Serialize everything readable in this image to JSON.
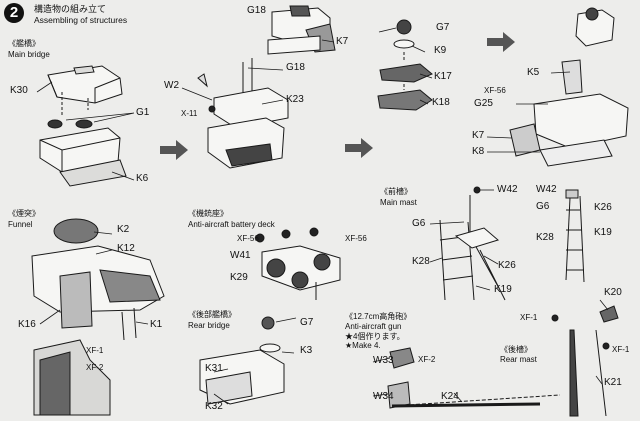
{
  "header": {
    "step": "2",
    "title_ja": "構造物の組み立て",
    "title_en": "Assembling of structures"
  },
  "sections": {
    "main_bridge": {
      "ja": "《艦橋》",
      "en": "Main bridge"
    },
    "funnel": {
      "ja": "《煙突》",
      "en": "Funnel"
    },
    "aa_deck": {
      "ja": "《機銃座》",
      "en": "Anti-aircraft battery deck"
    },
    "rear_bridge": {
      "ja": "《後部艦橋》",
      "en": "Rear bridge"
    },
    "main_mast": {
      "ja": "《前檣》",
      "en": "Main mast"
    },
    "aa_gun": {
      "ja": "《12.7cm高角砲》",
      "en": "Anti-aircraft gun",
      "note_ja": "★4個作ります。",
      "note_en": "★Make 4."
    },
    "rear_mast": {
      "ja": "《後檣》",
      "en": "Rear mast"
    }
  },
  "parts": {
    "k30": "K30",
    "g1": "G1",
    "k6": "K6",
    "w2": "W2",
    "g18a": "G18",
    "x11": "X-11",
    "k23": "K23",
    "g18b": "G18",
    "k7a": "K7",
    "g7a": "G7",
    "k9": "K9",
    "k17": "K17",
    "k18": "K18",
    "xf56a": "XF-56",
    "g25": "G25",
    "k5": "K5",
    "k7b": "K7",
    "k8": "K8",
    "k2": "K2",
    "k12": "K12",
    "k16": "K16",
    "k1": "K1",
    "xf1a": "XF-1",
    "xf2a": "XF-2",
    "xf56b": "XF-56",
    "xf56c": "XF-56",
    "w41": "W41",
    "k29": "K29",
    "g7b": "G7",
    "k3": "K3",
    "k31": "K31",
    "k32": "K32",
    "w42a": "W42",
    "g6a": "G6",
    "k28a": "K28",
    "k26a": "K26",
    "k19a": "K19",
    "w33": "W33",
    "xf2b": "XF-2",
    "w34": "W34",
    "w42b": "W42",
    "g6b": "G6",
    "k28b": "K28",
    "k26b": "K26",
    "k19b": "K19",
    "k20": "K20",
    "xf1b": "XF-1",
    "xf1c": "XF-1",
    "k21": "K21",
    "k24": "K24"
  }
}
